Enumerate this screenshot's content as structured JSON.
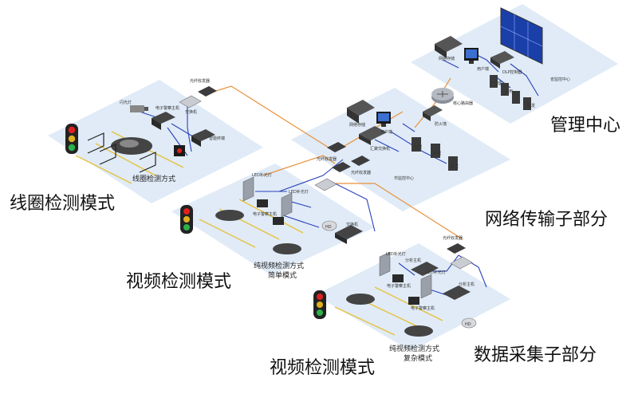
{
  "regions": {
    "management_center": "管理中心",
    "network_transmission": "网络传输子部分",
    "data_collection": "数据采集子部分"
  },
  "modes": {
    "coil_detection": "线圈检测模式",
    "video_detection_1": "视频检测模式",
    "video_detection_2": "视频检测模式"
  },
  "panels": {
    "coil_method": "线圈检测方式",
    "video_simple_line1": "纯视频检测方式",
    "video_simple_line2": "简单模式",
    "video_complex_line1": "纯视频检测方式",
    "video_complex_line2": "复杂模式"
  },
  "small_labels": {
    "prov_center": "省监控中心",
    "city_center": "市监控中心",
    "net_storage_top": "网络存储",
    "dlp_controller": "DLP控制器",
    "user_terminal": "用户端",
    "core_router": "核心路由器",
    "firewall": "防火墙",
    "net_storage_city": "网络存储",
    "user_city": "用户端",
    "switch_city": "汇聚交换机",
    "optical_top": "光纤收发器",
    "optical_mid": "光纤收发器",
    "optical_mid2": "光纤收发器",
    "optical_right": "光纤收发器",
    "switch_left": "交换机",
    "flash_lamp": "闪光灯",
    "police_host": "电子警察主机",
    "intelligent_terminal": "智能终端",
    "led_lamp_1": "LED补光灯",
    "led_lamp_2": "LED补光灯",
    "police_host_2": "电子警察主机",
    "led_lamp_3": "LED补光灯",
    "led_lamp_4": "LED补光灯",
    "police_host_3": "电子警察主机",
    "police_host_4": "电子警察主机",
    "switch_v1": "交换机",
    "switch_v2": "交换机",
    "splitter_1": "分析主机",
    "splitter_2": "分析主机",
    "server_1": "管理",
    "server_2": "应用",
    "server_3": "转发",
    "server_4": "管理",
    "server_5": "数据",
    "server_6": "转发",
    "hd_1": "HD",
    "hd_2": "HD"
  }
}
